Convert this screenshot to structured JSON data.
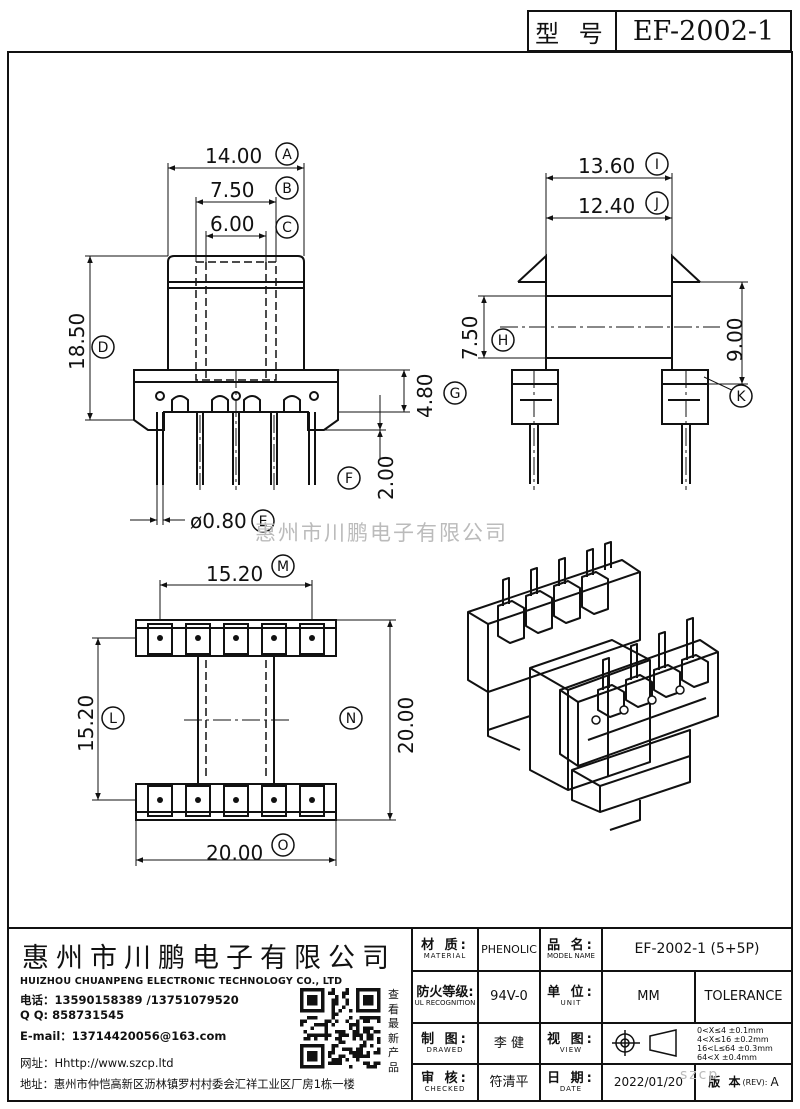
{
  "header": {
    "model_label": "型 号",
    "model_value": "EF-2002-1"
  },
  "dimensions": {
    "A": {
      "value": "14.00",
      "tag": "A"
    },
    "B": {
      "value": "7.50",
      "tag": "B"
    },
    "C": {
      "value": "6.00",
      "tag": "C"
    },
    "D": {
      "value": "18.50",
      "tag": "D"
    },
    "E": {
      "value": "ø0.80",
      "tag": "E"
    },
    "F": {
      "value": "2.00",
      "tag": "F"
    },
    "G": {
      "value": "4.80",
      "tag": "G"
    },
    "H": {
      "value": "7.50",
      "tag": "H"
    },
    "I": {
      "value": "13.60",
      "tag": "I"
    },
    "J": {
      "value": "12.40",
      "tag": "J"
    },
    "K": {
      "value": "9.00",
      "tag": "K"
    },
    "L": {
      "value": "15.20",
      "tag": "L"
    },
    "M": {
      "value": "15.20",
      "tag": "M"
    },
    "N": {
      "value": "20.00",
      "tag": "N"
    },
    "O": {
      "value": "20.00",
      "tag": "O"
    }
  },
  "watermark": "惠州市川鹏电子有限公司",
  "company": {
    "name_cn": "惠州市川鹏电子有限公司",
    "name_en": "HUIZHOU CHUANPENG ELECTRONIC TECHNOLOGY CO., LTD",
    "phone": "电话：13590158389 /13751079520",
    "qq": "Q Q:  858731545",
    "email": "E-mail：13714420056@163.com",
    "website": "网址：Hhttp://www.szcp.ltd",
    "address": "地址：惠州市仲恺高新区沥林镇罗村村委会汇祥工业区厂房1栋一楼",
    "qr_caption": "查看最新产品"
  },
  "title_block": {
    "material_label": "材 质:",
    "material_label_en": "MATERIAL",
    "material_value": "PHENOLIC",
    "product_label": "品 名:",
    "product_label_en": "MODEL NAME",
    "product_value": "EF-2002-1 (5+5P)",
    "flame_label": "防火等级:",
    "flame_label_en": "UL RECOGNITION",
    "flame_value": "94V-0",
    "unit_label": "单 位:",
    "unit_label_en": "UNIT",
    "unit_value": "MM",
    "tolerance_label": "TOLERANCE",
    "drawn_label": "制 图:",
    "drawn_label_en": "DRAWED",
    "drawn_value": "李 健",
    "view_label": "视 图:",
    "view_label_en": "VIEW",
    "checked_label": "审 核:",
    "checked_label_en": "CHECKED",
    "checked_value": "符清平",
    "date_label": "日 期:",
    "date_label_en": "DATE",
    "date_value": "2022/01/20",
    "revision_label": "版 本",
    "revision_label_en": "(REV):",
    "revision_value": "A",
    "tolerances": [
      "0<X≤4   ±0.1mm",
      "4<X≤16  ±0.2mm",
      "16<L≤64 ±0.3mm",
      "64<X    ±0.4mm"
    ],
    "site_watermark": "szcp"
  }
}
